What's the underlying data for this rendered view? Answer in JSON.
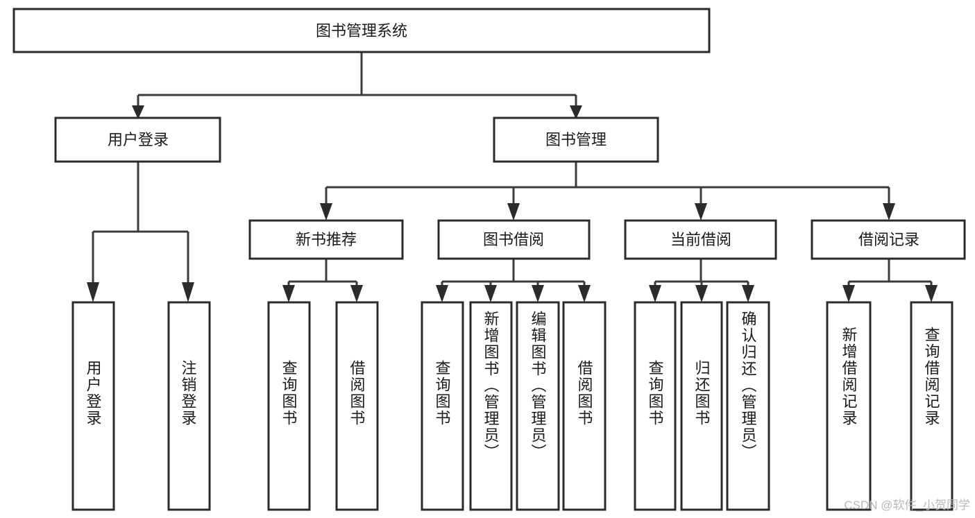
{
  "diagram": {
    "title": "图书管理系统",
    "type": "hierarchy-tree",
    "watermark": "CSDN @软件_小贺同学",
    "nodes": {
      "root": {
        "label": "图书管理系统"
      },
      "level2": [
        {
          "id": "user-login",
          "label": "用户登录"
        },
        {
          "id": "book-management",
          "label": "图书管理"
        }
      ],
      "level3": [
        {
          "id": "new-book-recommend",
          "label": "新书推荐"
        },
        {
          "id": "book-borrow",
          "label": "图书借阅"
        },
        {
          "id": "current-borrow",
          "label": "当前借阅"
        },
        {
          "id": "borrow-record",
          "label": "借阅记录"
        }
      ],
      "leaves": {
        "user-login": [
          {
            "id": "leaf-user-login",
            "label": "用户登录"
          },
          {
            "id": "leaf-logout-login",
            "label": "注销登录"
          }
        ],
        "new-book-recommend": [
          {
            "id": "leaf-query-book-1",
            "label": "查询图书"
          },
          {
            "id": "leaf-borrow-book-1",
            "label": "借阅图书"
          }
        ],
        "book-borrow": [
          {
            "id": "leaf-query-book-2",
            "label": "查询图书"
          },
          {
            "id": "leaf-add-book-admin",
            "label": "新增图书（管理员）"
          },
          {
            "id": "leaf-edit-book-admin",
            "label": "编辑图书（管理员）"
          },
          {
            "id": "leaf-borrow-book-2",
            "label": "借阅图书"
          }
        ],
        "current-borrow": [
          {
            "id": "leaf-query-book-3",
            "label": "查询图书"
          },
          {
            "id": "leaf-return-book",
            "label": "归还图书"
          },
          {
            "id": "leaf-confirm-return-admin",
            "label": "确认归还（管理员）"
          }
        ],
        "borrow-record": [
          {
            "id": "leaf-add-borrow-record",
            "label": "新增借阅记录"
          },
          {
            "id": "leaf-query-borrow-record",
            "label": "查询借阅记录"
          }
        ]
      }
    },
    "colors": {
      "box_stroke": "#2b2b2b",
      "connector": "#3b3b3b",
      "text": "#1a1a1a",
      "background": "#ffffff",
      "watermark": "#b9b9b9"
    }
  }
}
